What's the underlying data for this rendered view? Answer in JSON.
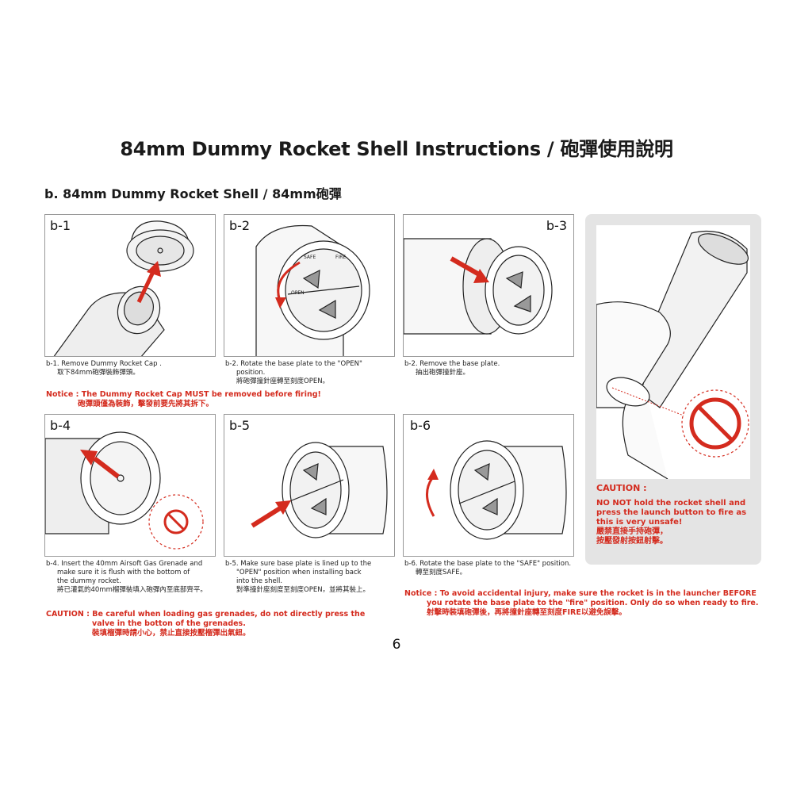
{
  "page": {
    "title": "84mm Dummy Rocket Shell Instructions / 砲彈使用說明",
    "section": "b. 84mm Dummy Rocket Shell / 84mm砲彈",
    "page_number": "6"
  },
  "colors": {
    "accent": "#d42b1e",
    "border": "#999999",
    "side_bg": "#e4e4e4"
  },
  "steps": [
    {
      "id": "b-1",
      "caption_en": "b-1. Remove Dummy Rocket Cap .",
      "caption_zh": "取下84mm砲彈裝飾彈頭。"
    },
    {
      "id": "b-2",
      "caption_en": "b-2. Rotate the base plate to the \"OPEN\"",
      "caption_en2": "position.",
      "caption_zh": "將砲彈撞針座轉至刻度OPEN。"
    },
    {
      "id": "b-3",
      "caption_en": "b-2. Remove the base plate.",
      "caption_zh": "抽出砲彈撞針座。"
    },
    {
      "id": "b-4",
      "caption_en": "b-4. Insert the 40mm Airsoft Gas Grenade and",
      "caption_en2": "make sure  it is flush with the bottom of",
      "caption_en3": "the dummy rocket.",
      "caption_zh": "將已灌氣的40mm榴彈裝填入砲彈內至底部齊平。"
    },
    {
      "id": "b-5",
      "caption_en": "b-5. Make sure base plate is lined up to the",
      "caption_en2": "\"OPEN\" position when installing back",
      "caption_en3": "into the shell.",
      "caption_zh": "對準撞針座刻度至刻度OPEN，並將其裝上。"
    },
    {
      "id": "b-6",
      "caption_en": "b-6. Rotate the base plate to the \"SAFE\" position.",
      "caption_zh": "轉至刻度SAFE。"
    }
  ],
  "notices": {
    "cap_notice_en": "Notice : The Dummy Rocket Cap MUST be removed before firing!",
    "cap_notice_zh": "砲彈頭僅為裝飾，擊發前要先將其拆下。",
    "gas_caution_en1": "CAUTION : Be careful when loading gas grenades, do not directly press the",
    "gas_caution_en2": "valve in the botton of the grenades.",
    "gas_caution_zh": "裝填榴彈時請小心，禁止直接按壓榴彈出氣鈕。",
    "launcher_notice_en1": "Notice : To avoid accidental injury, make sure the rocket is in the launcher BEFORE",
    "launcher_notice_en2": "you rotate the base plate to the \"fire\" position.  Only do so when ready to fire.",
    "launcher_notice_zh": "射擊時裝填砲彈後，再將撞針座轉至刻度FIRE以避免誤擊。"
  },
  "side_caution": {
    "heading": "CAUTION :",
    "line1": "NO NOT hold the rocket shell and",
    "line2": "press the launch button to fire as",
    "line3": "this is very unsafe!",
    "zh1": "嚴禁直接手持砲彈，",
    "zh2": "按壓發射按鈕射擊。"
  },
  "dial_labels": {
    "safe": "SAFE",
    "fire": "FIRE",
    "open": "OPEN"
  }
}
